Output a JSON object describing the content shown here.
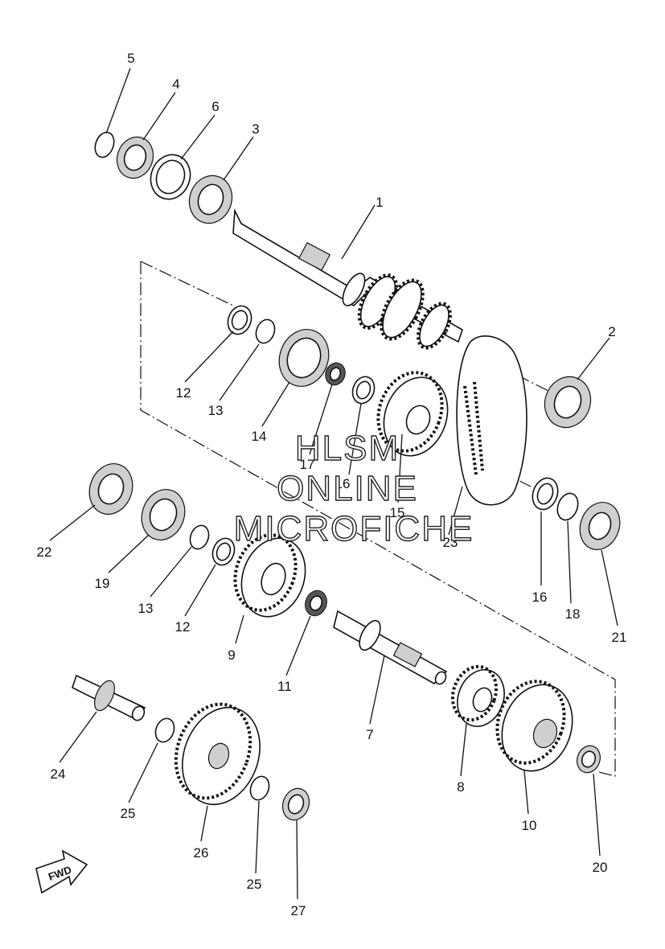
{
  "watermark": {
    "line1": "HLSM",
    "line2": "ONLINE",
    "line3": "MICROFICHE"
  },
  "fwd_label": "FWD",
  "callouts": [
    "1",
    "2",
    "3",
    "4",
    "5",
    "6",
    "7",
    "8",
    "9",
    "10",
    "11",
    "12",
    "13",
    "14",
    "15",
    "16",
    "17",
    "18",
    "19",
    "20",
    "21",
    "22",
    "23",
    "24",
    "25",
    "26",
    "27"
  ],
  "icons": {
    "fwd_arrow": "fwd-arrow-icon"
  }
}
